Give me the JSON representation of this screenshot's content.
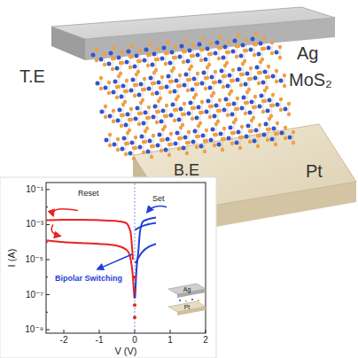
{
  "diagram": {
    "labels": [
      "Ag",
      "T.E",
      "MoS₂",
      "Pt",
      "B.E",
      "10⁻¹",
      "10⁻³",
      "10⁻⁵",
      "10⁻⁷",
      "10⁻⁹",
      "I (A)",
      "-2",
      "-1",
      "0",
      "1",
      "2",
      "V (V)",
      "Reset",
      "Set",
      "Bipolar Switching",
      "Ag",
      "Pt"
    ]
  }
}
